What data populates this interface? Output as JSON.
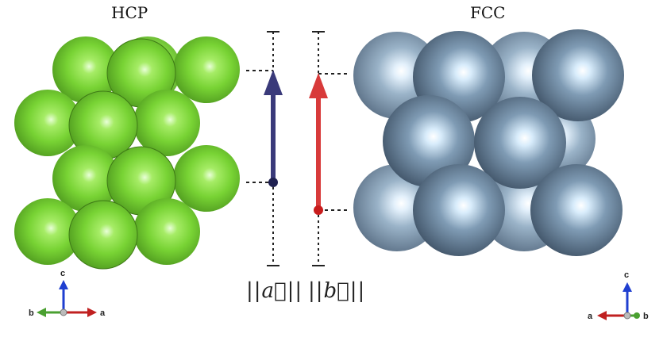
{
  "titles": {
    "left": "HCP",
    "right": "FCC"
  },
  "norm_labels": {
    "a": "||a⃗||",
    "b": "||b⃗||"
  },
  "axes_left": {
    "up": "c",
    "left": "b",
    "right": "a"
  },
  "axes_right": {
    "up": "c",
    "left": "a",
    "right": "b"
  },
  "colors": {
    "hcp_sphere": "#7fd63a",
    "fcc_sphere": "#6f8aa3",
    "arrow_a": "#3a3a7a",
    "arrow_b": "#d83a3a",
    "axis_c": "#1f3fd0",
    "axis_a": "#c02020",
    "axis_b": "#4aa030"
  }
}
